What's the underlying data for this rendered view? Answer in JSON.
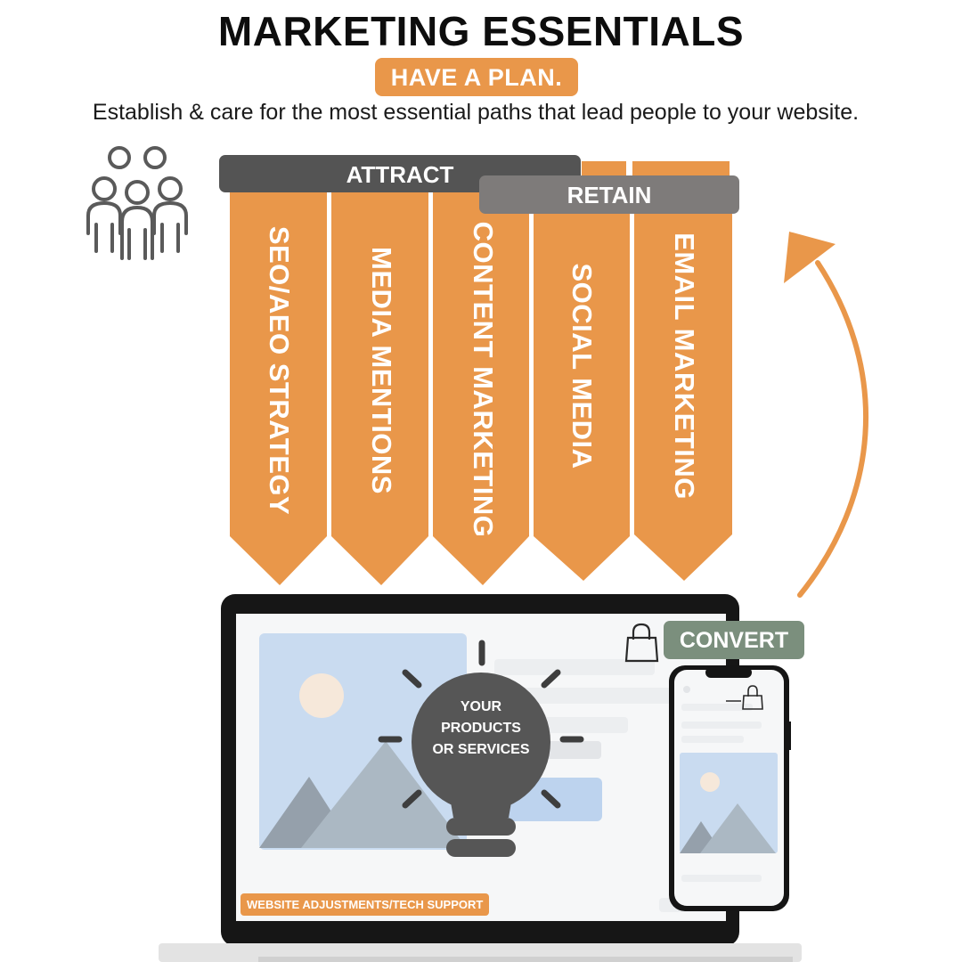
{
  "title": "MARKETING ESSENTIALS",
  "plan_badge": "HAVE A PLAN.",
  "subtitle": "Establish & care for the most essential paths that lead people to your website.",
  "bars": {
    "attract": "ATTRACT",
    "retain": "RETAIN"
  },
  "columns": [
    {
      "label": "SEO/AEO STRATEGY"
    },
    {
      "label": "MEDIA MENTIONS"
    },
    {
      "label": "CONTENT MARKETING"
    },
    {
      "label": "SOCIAL MEDIA"
    },
    {
      "label": "EMAIL MARKETING"
    }
  ],
  "convert_label": "CONVERT",
  "bulb": {
    "line1": "YOUR",
    "line2": "PRODUCTS",
    "line3": "OR SERVICES"
  },
  "tech_support_label": "WEBSITE ADJUSTMENTS/TECH SUPPORT",
  "icons": [
    "people-group-icon",
    "shopping-bag-icon",
    "lightbulb-icon",
    "image-placeholder-icon",
    "curved-arrow-icon"
  ],
  "colors": {
    "orange": "#e9974a",
    "dark_gray": "#545454",
    "mid_gray": "#7e7b7a",
    "sage": "#7b8f7d",
    "sky": "#c9dbf0"
  }
}
